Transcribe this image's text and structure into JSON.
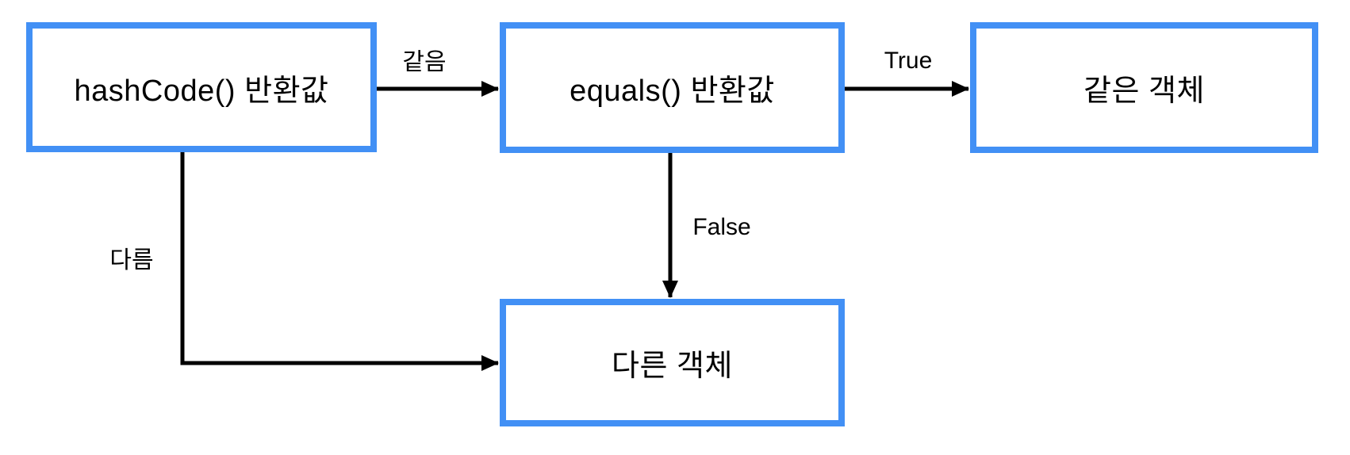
{
  "diagram": {
    "title_implicit": "hashCode/equals object comparison flowchart",
    "colors": {
      "background": "#FFFFFF",
      "node_border": "#4290F5",
      "node_fill": "#FFFFFF",
      "arrow": "#000000",
      "text": "#000000"
    },
    "nodes": {
      "hashcode": {
        "label": "hashCode() 반환값"
      },
      "equals": {
        "label": "equals() 반환값"
      },
      "same": {
        "label": "같은 객체"
      },
      "different": {
        "label": "다른 객체"
      }
    },
    "edges": {
      "hashcode_to_equals": {
        "label": "같음",
        "from": "hashcode",
        "to": "equals",
        "direction": "right"
      },
      "equals_to_same": {
        "label": "True",
        "from": "equals",
        "to": "same",
        "direction": "right"
      },
      "equals_to_different": {
        "label": "False",
        "from": "equals",
        "to": "different",
        "direction": "down"
      },
      "hashcode_to_different": {
        "label": "다름",
        "from": "hashcode",
        "to": "different",
        "direction": "down-right"
      }
    }
  }
}
